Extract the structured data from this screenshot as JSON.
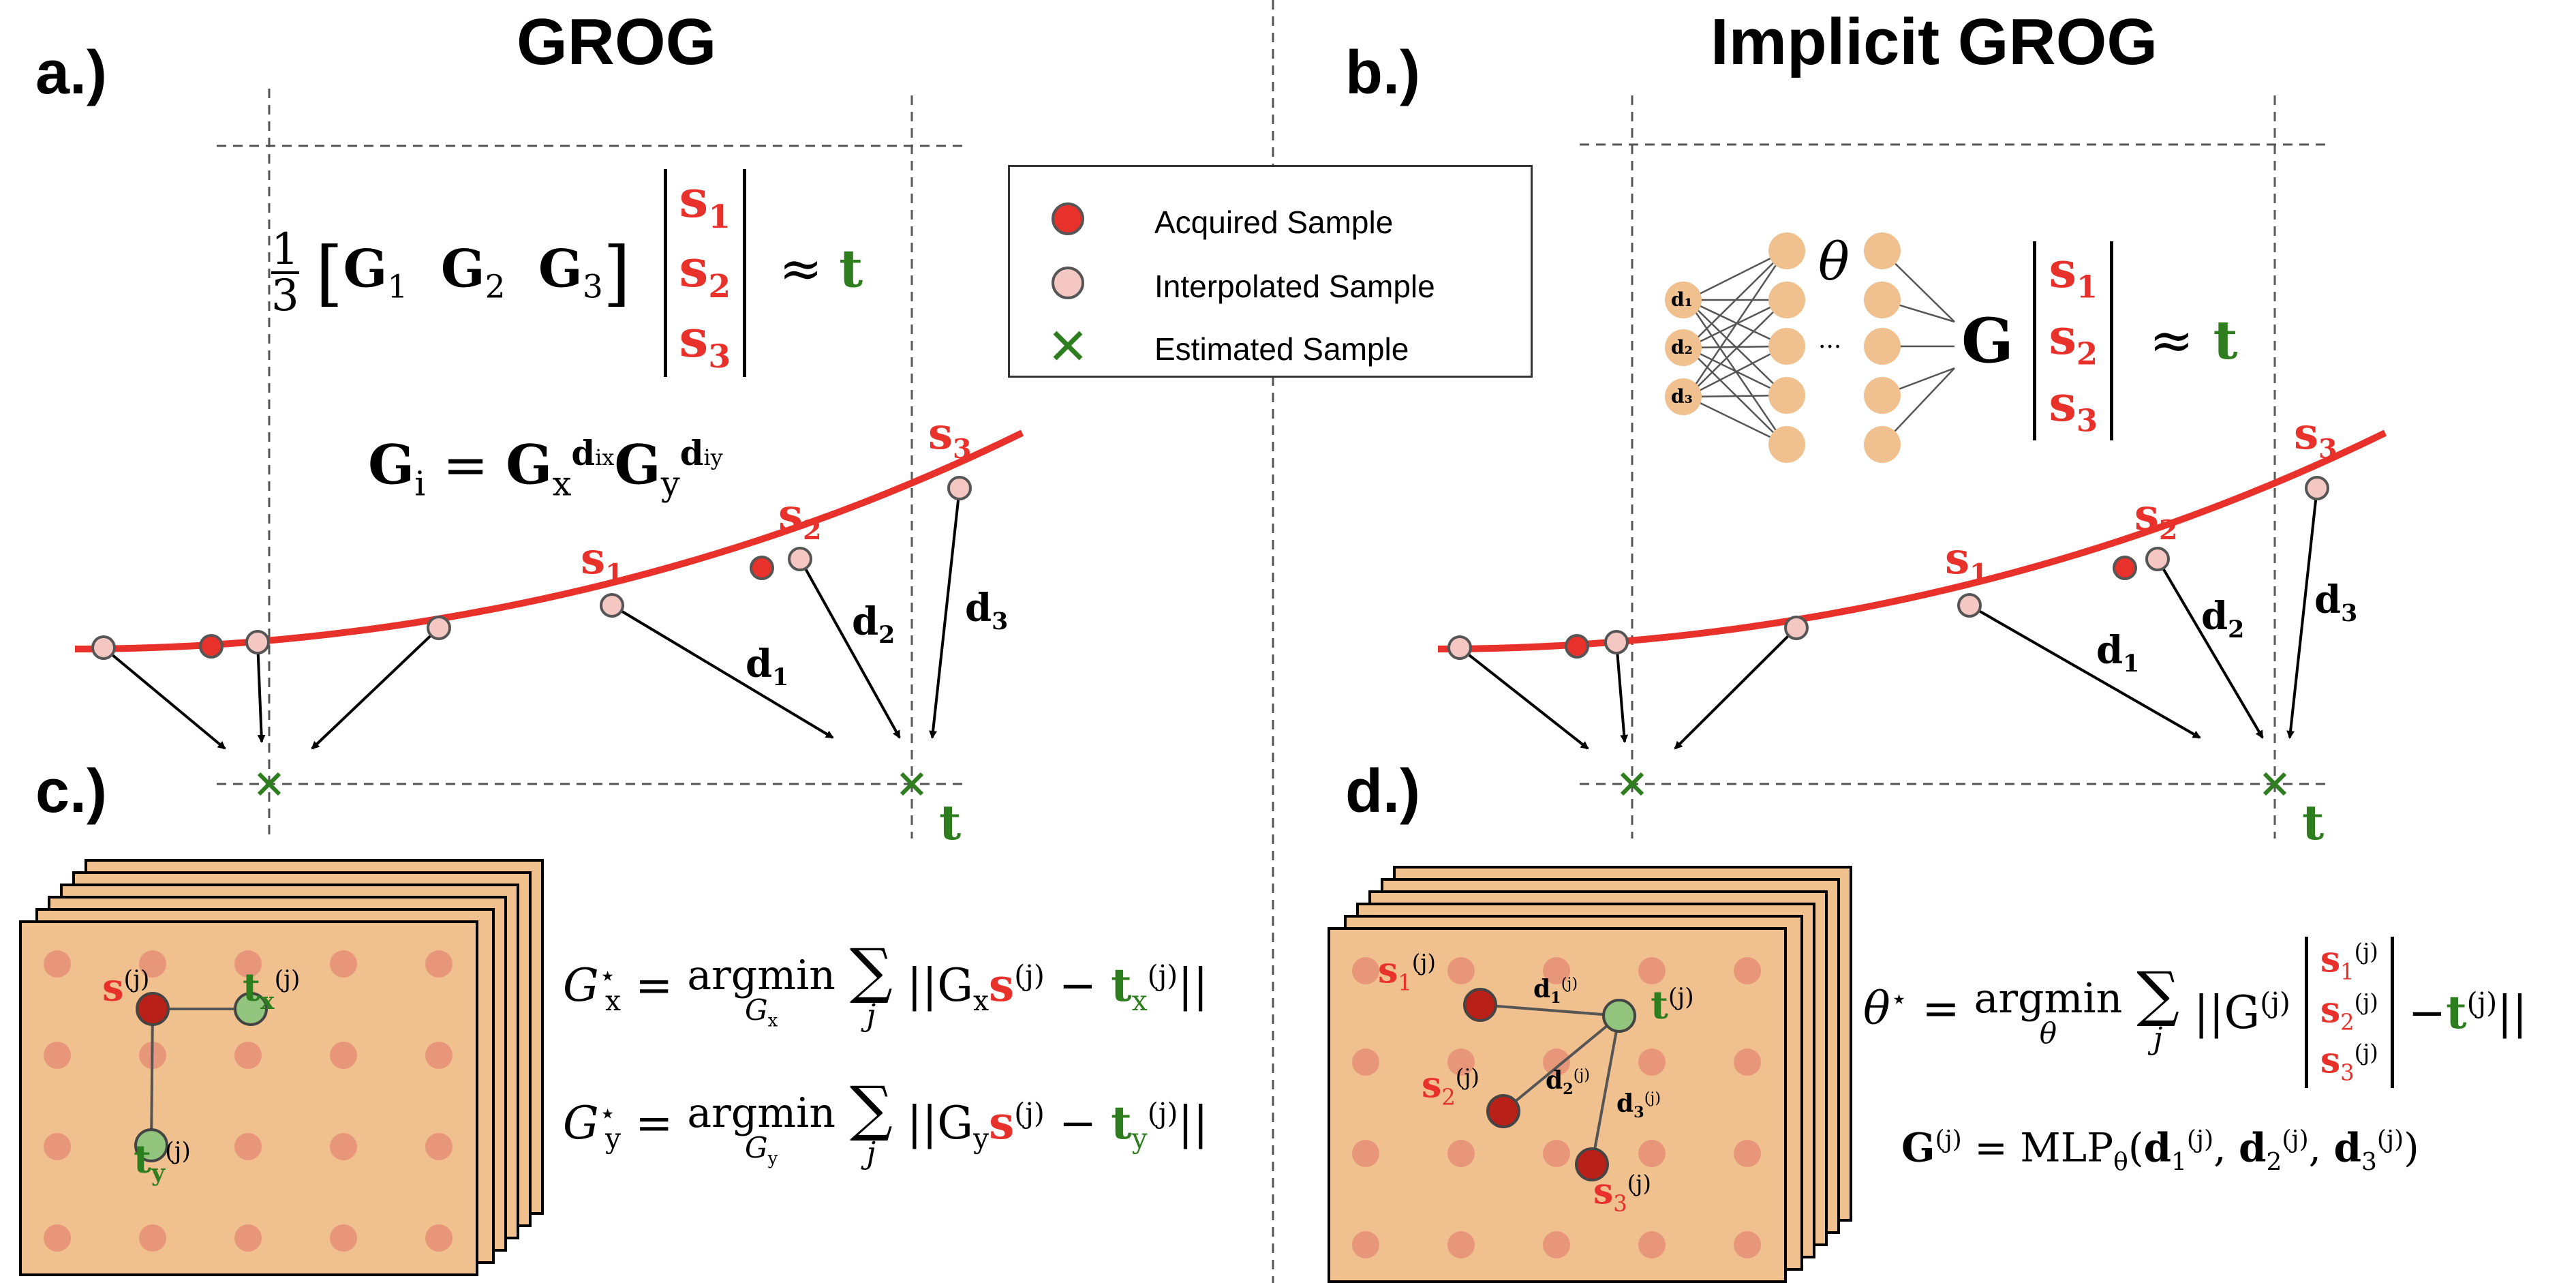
{
  "colors": {
    "curve": "#e8312a",
    "acquired": "#e8312a",
    "interpolated": "#f4c7c3",
    "estimated": "#2e7d1e",
    "grid_card": "#f0c08f",
    "grid_dot": "#e8967a",
    "node": "#f0c08f"
  },
  "panels": {
    "a": {
      "label": "a.)",
      "title": "GROG"
    },
    "b": {
      "label": "b.)",
      "title": "Implicit GROG"
    },
    "c": {
      "label": "c.)"
    },
    "d": {
      "label": "d.)"
    }
  },
  "legend": {
    "acquired": "Acquired Sample",
    "interpolated": "Interpolated Sample",
    "estimated": "Estimated Sample"
  },
  "labels": {
    "s1": "s",
    "s1_sub": "1",
    "s2": "s",
    "s2_sub": "2",
    "s3": "s",
    "s3_sub": "3",
    "d1": "d",
    "d1_sub": "1",
    "d2": "d",
    "d2_sub": "2",
    "d3": "d",
    "d3_sub": "3",
    "t": "t",
    "theta": "θ",
    "dots": "···",
    "node_d1": "d₁",
    "node_d2": "d₂",
    "node_d3": "d₃"
  },
  "equations": {
    "a_frac_num": "1",
    "a_frac_den": "3",
    "a_G": "G",
    "a_approx": "≈",
    "a_t": "t",
    "a_Gi_lhs": "G",
    "a_Gi_sub": "i",
    "a_Gi_eq": "=",
    "a_Gx": "G",
    "a_Gx_sub": "x",
    "a_Gx_sup": "d",
    "a_Gx_sup_sub": "ix",
    "a_Gy": "G",
    "a_Gy_sub": "y",
    "a_Gy_sup": "d",
    "a_Gy_sup_sub": "iy",
    "b_G": "G",
    "b_approx": "≈",
    "b_t": "t",
    "c_eq1_lhs": "G",
    "c_eq1_sub": "x",
    "c_star": "⋆",
    "c_argmin": "argmin",
    "c_eq1_argsub": "G",
    "c_eq1_argsub_x": "x",
    "c_sum": "∑",
    "c_j": "j",
    "c_eq1_body_pre": "||G",
    "c_eq1_body_x": "x",
    "c_s": "s",
    "c_sup_j": "(j)",
    "c_minus": "−",
    "c_t": "t",
    "c_eq1_tsub": "x",
    "c_close": "||",
    "c_eq2_lhs": "G",
    "c_eq2_sub": "y",
    "c_eq2_argsub": "G",
    "c_eq2_argsub_y": "y",
    "c_eq2_body_pre": "||G",
    "c_eq2_body_y": "y",
    "c_eq2_tsub": "y",
    "c_eq_sign": "=",
    "d_theta": "θ",
    "d_argmin": "argmin",
    "d_argsub": "θ",
    "d_body_pre": "||G",
    "d_mlp_lhs": "G",
    "d_mlp_eq": "= MLP",
    "d_mlp_sub": "θ",
    "d_mlp_args_open": "(",
    "d_mlp_d": "d",
    "d_mlp_comma": ",",
    "d_mlp_close": ")"
  },
  "grid_labels": {
    "c_s": "s",
    "c_sj": "(j)",
    "c_tx": "t",
    "c_tx_sub": "x",
    "c_ty": "t",
    "c_ty_sub": "y",
    "d_s1": "s",
    "d_s1_sub": "1",
    "d_s2": "s",
    "d_s2_sub": "2",
    "d_s3": "s",
    "d_s3_sub": "3",
    "d_t": "t",
    "d_d1": "d",
    "d_d1_sub": "1",
    "d_d2": "d",
    "d_d2_sub": "2",
    "d_d3": "d",
    "d_d3_sub": "3",
    "sup_j": "(j)"
  }
}
